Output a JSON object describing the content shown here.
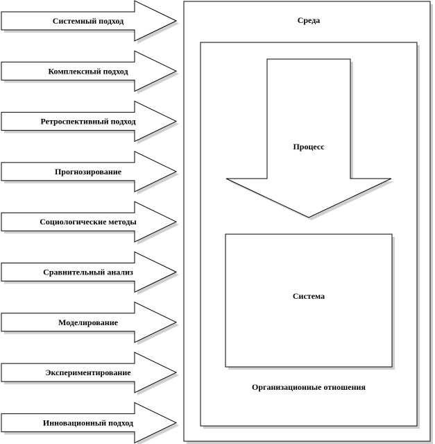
{
  "approaches": [
    {
      "label": "Системный подход"
    },
    {
      "label": "Комплексный подход"
    },
    {
      "label": "Ретроспективный подход"
    },
    {
      "label": "Прогнозирование"
    },
    {
      "label": "Социологические методы"
    },
    {
      "label": "Сравнительный анализ"
    },
    {
      "label": "Моделирование"
    },
    {
      "label": "Экспериментирование"
    },
    {
      "label": "Инновационный подход"
    }
  ],
  "environment": {
    "label": "Среда"
  },
  "process": {
    "label": "Процесс"
  },
  "system": {
    "label": "Система"
  },
  "relations": {
    "label": "Организационные отношения"
  },
  "colors": {
    "stroke": "#000000",
    "fill": "#ffffff",
    "shadow": "#d0d0d0"
  }
}
